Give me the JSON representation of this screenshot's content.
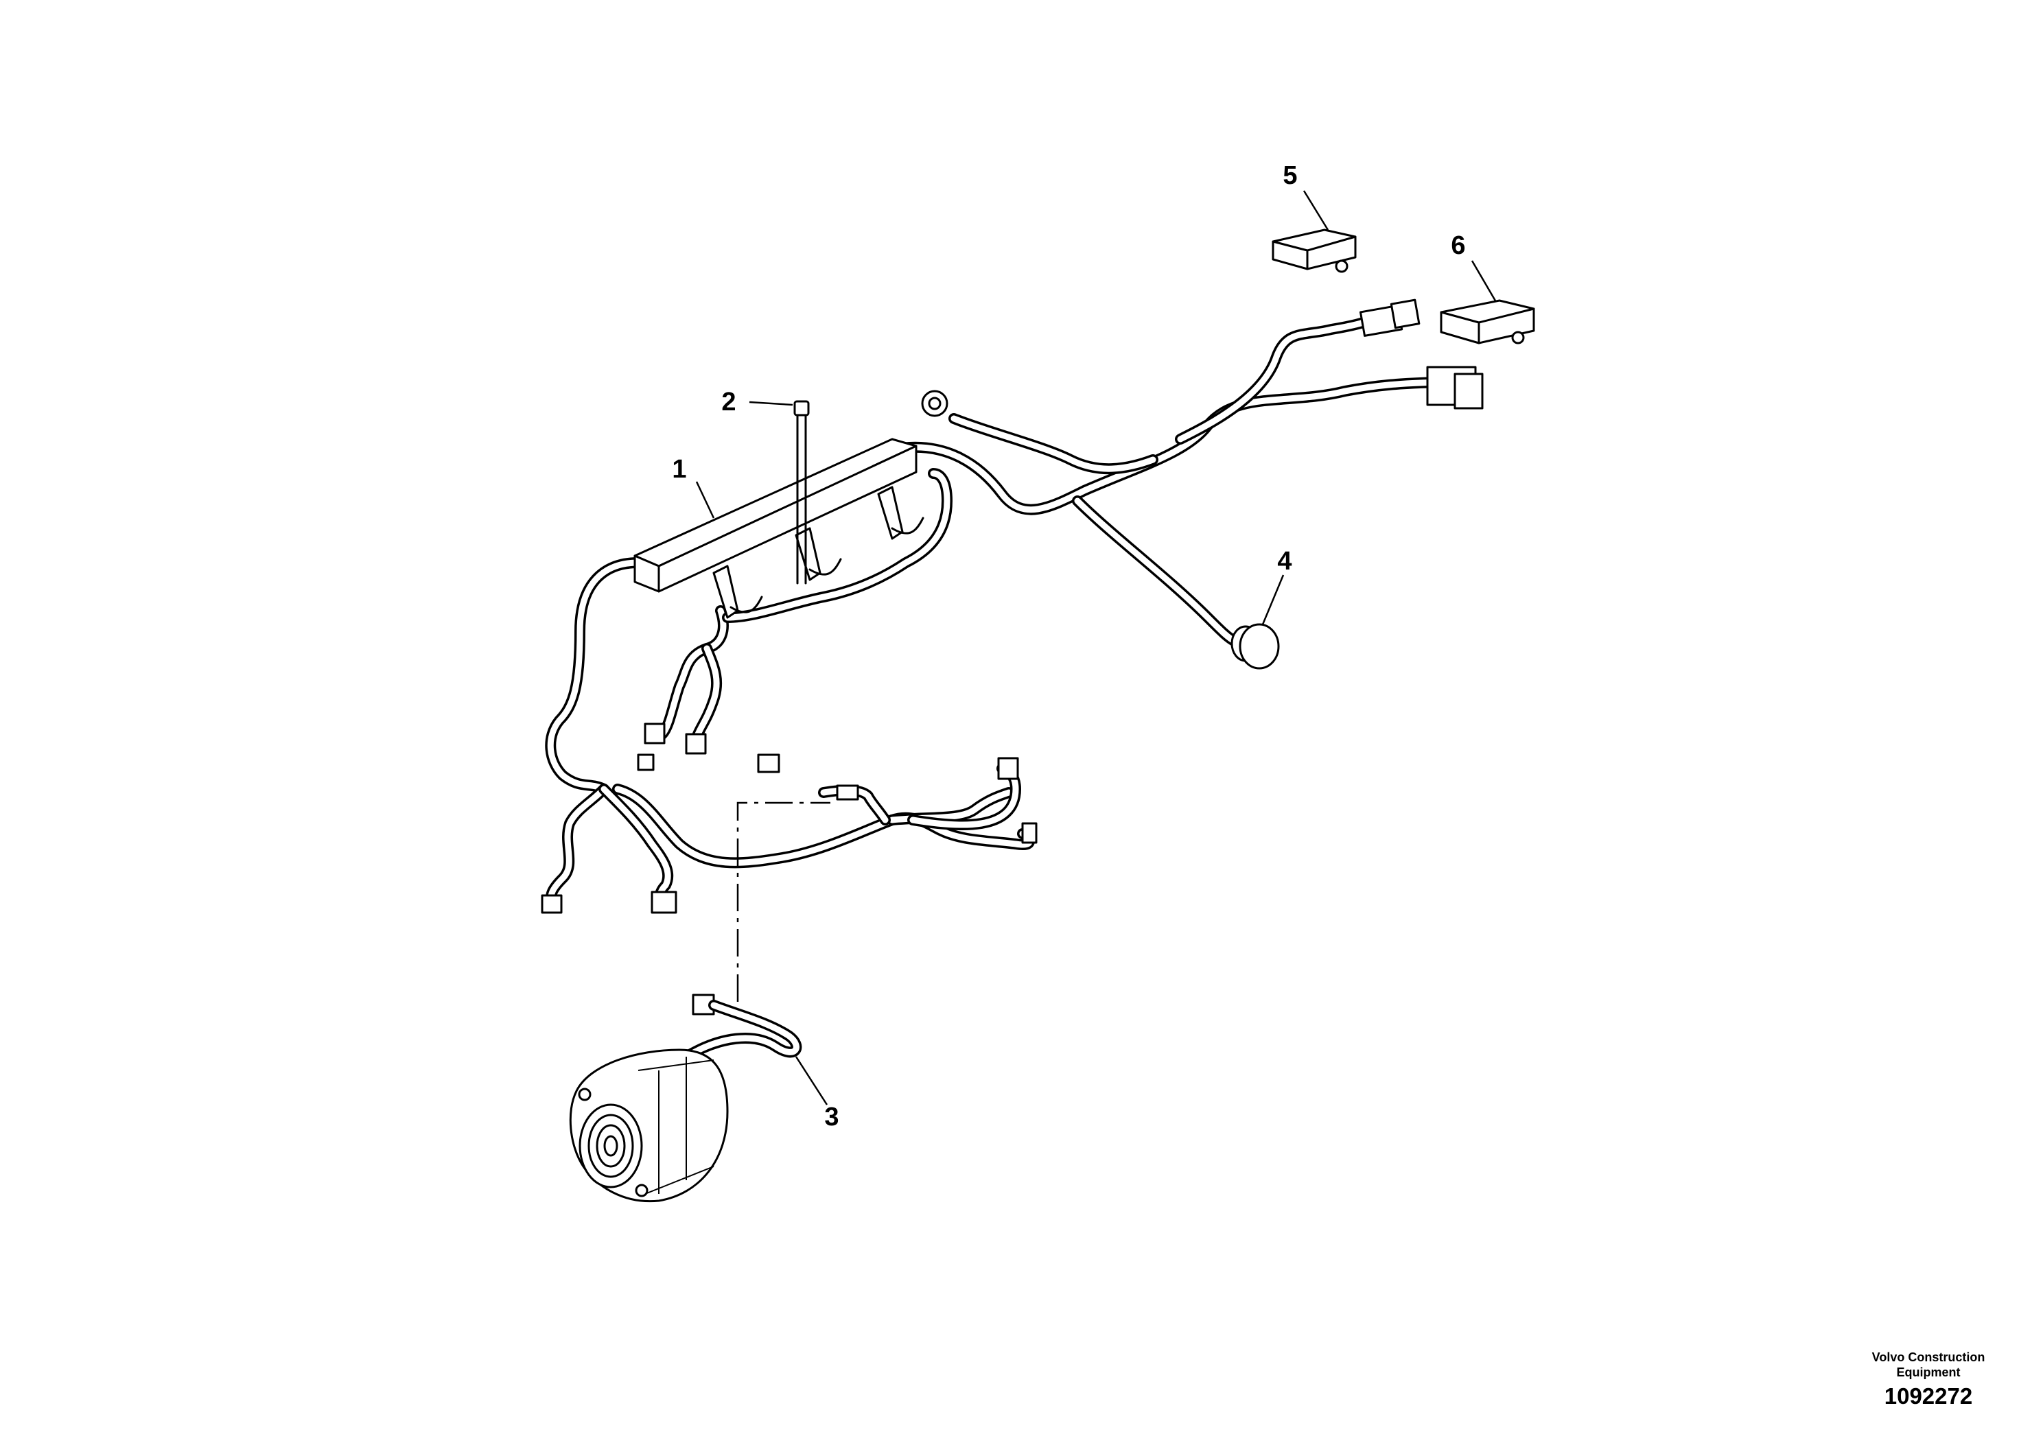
{
  "callouts": [
    {
      "id": "1",
      "label": "1"
    },
    {
      "id": "2",
      "label": "2"
    },
    {
      "id": "3",
      "label": "3"
    },
    {
      "id": "4",
      "label": "4"
    },
    {
      "id": "5",
      "label": "5"
    },
    {
      "id": "6",
      "label": "6"
    }
  ],
  "footer": {
    "company": "Volvo Construction Equipment",
    "drawing_number": "1092272"
  }
}
